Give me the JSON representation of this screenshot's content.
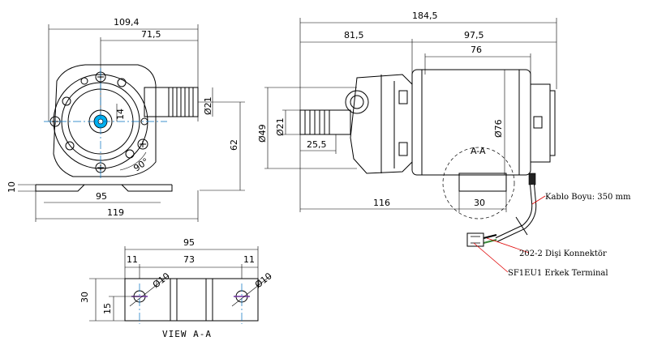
{
  "dimensions": {
    "front_width": "109,4",
    "front_shaft_offset": "71,5",
    "outlet_dia": "Ø21",
    "height_62": "62",
    "base_10": "10",
    "base_95": "95",
    "base_119": "119",
    "offset_14": "14",
    "angle_90": "90°",
    "side_total": "184,5",
    "side_81_5": "81,5",
    "side_97_5": "97,5",
    "side_76_len": "76",
    "side_dia_49": "Ø49",
    "side_dia_21": "Ø21",
    "side_25_5": "25,5",
    "side_dia_76": "Ø76",
    "side_116": "116",
    "side_30": "30",
    "section_mark": "A-A",
    "view_95": "95",
    "view_11_left": "11",
    "view_73": "73",
    "view_11_right": "11",
    "view_30": "30",
    "view_15": "15",
    "view_hole_left": "Ø10",
    "view_hole_right": "Ø10"
  },
  "labels": {
    "cable": "Kablo Boyu: 350 mm",
    "connector": "202-2 Dişi Konnektör",
    "terminal": "SF1EU1 Erkek Terminal",
    "view_title": "VIEW A-A"
  },
  "colors": {
    "line": "#000000",
    "centerline": "#0070c0",
    "hub": "#00b0f0",
    "leader": "#e00000",
    "wire_green": "#3a8a3a"
  }
}
